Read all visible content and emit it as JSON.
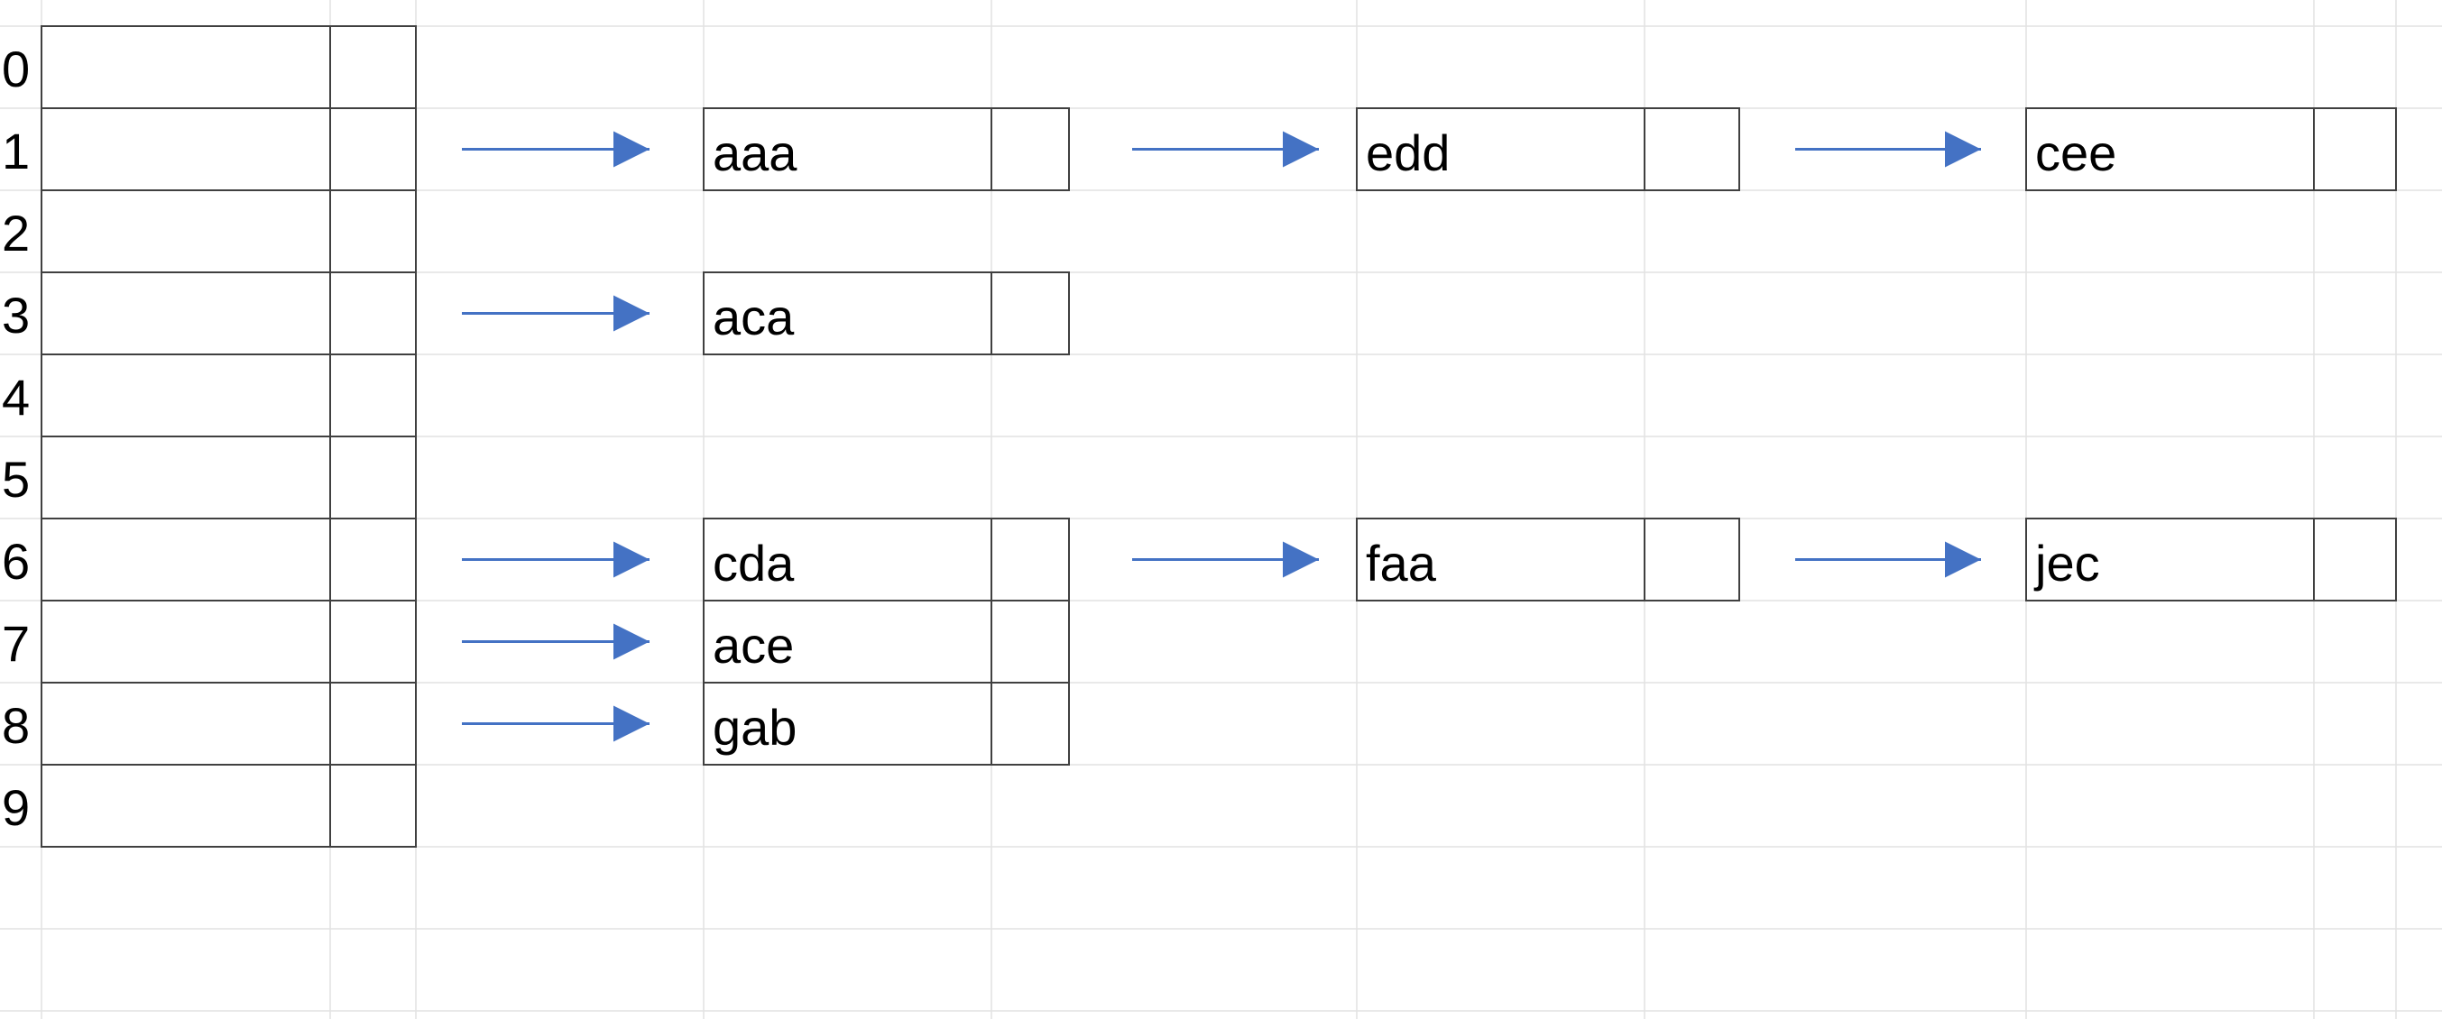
{
  "table": {
    "index_labels": [
      "0",
      "1",
      "2",
      "3",
      "4",
      "5",
      "6",
      "7",
      "8",
      "9"
    ]
  },
  "chains": [
    {
      "index": 1,
      "nodes": [
        "aaa",
        "edd",
        "cee"
      ]
    },
    {
      "index": 3,
      "nodes": [
        "aca"
      ]
    },
    {
      "index": 6,
      "nodes": [
        "cda",
        "faa",
        "jec"
      ]
    },
    {
      "index": 7,
      "nodes": [
        "ace"
      ]
    },
    {
      "index": 8,
      "nodes": [
        "gab"
      ]
    }
  ],
  "colors": {
    "arrow": "#4472C4",
    "border": "#404040",
    "grid": "#E2E2E2",
    "text": "#000000"
  }
}
